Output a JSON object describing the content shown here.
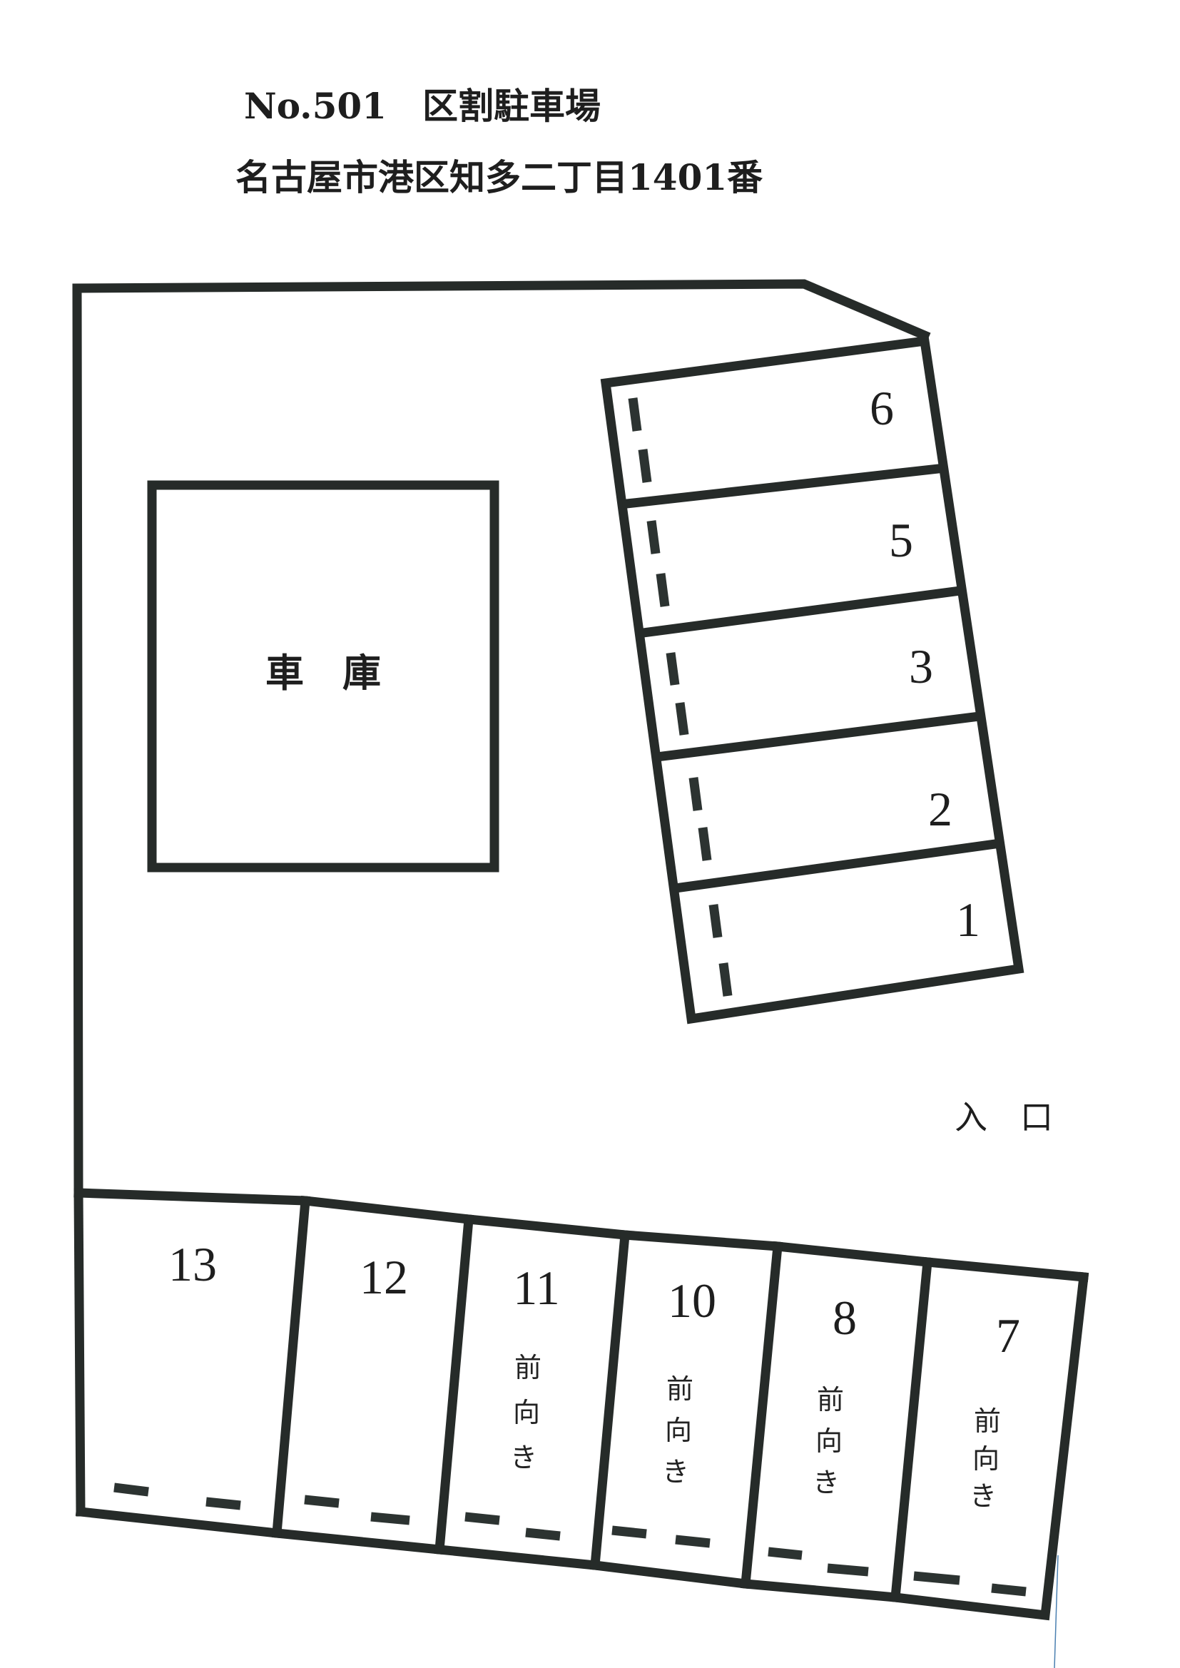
{
  "header": {
    "title": "No.501　区割駐車場",
    "address": "名古屋市港区知多二丁目1401番"
  },
  "garage": {
    "label": "車　庫"
  },
  "entrance": {
    "label": "入　口"
  },
  "colors": {
    "line": "#262b29",
    "text": "#1e1e1e",
    "background": "#ffffff"
  },
  "right_stalls": [
    {
      "number": "6"
    },
    {
      "number": "5"
    },
    {
      "number": "3"
    },
    {
      "number": "2"
    },
    {
      "number": "1"
    }
  ],
  "bottom_stalls": [
    {
      "number": "13",
      "note": ""
    },
    {
      "number": "12",
      "note": ""
    },
    {
      "number": "11",
      "note_chars": [
        "前",
        "向",
        "き"
      ]
    },
    {
      "number": "10",
      "note_chars": [
        "前",
        "向",
        "き"
      ]
    },
    {
      "number": "8",
      "note_chars": [
        "前",
        "向",
        "き"
      ]
    },
    {
      "number": "7",
      "note_chars": [
        "前",
        "向",
        "き"
      ]
    }
  ]
}
